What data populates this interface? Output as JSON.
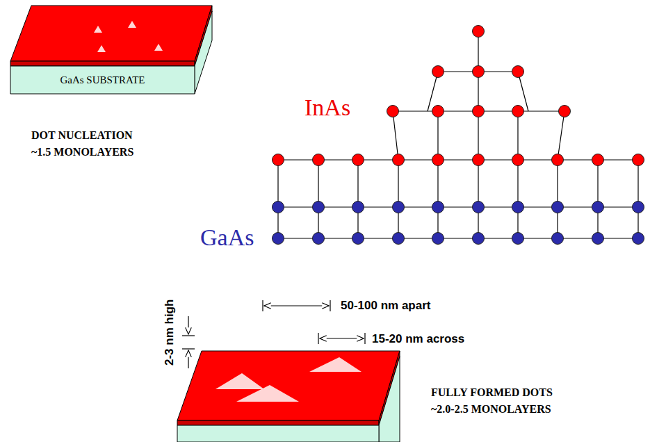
{
  "diagram": {
    "nodes": [
      {
        "text": [
          "GaAs SUBSTRATE"
        ]
      }
    ],
    "labels": [
      "DOT NUCLEATION",
      "~1.5 MONOLAYERS",
      "InAs",
      "GaAs",
      "50-100 nm apart",
      "15-20 nm across",
      "2-3 nm high",
      "FULLY FORMED DOTS",
      "~2.0-2.5 MONOLAYERS"
    ]
  }
}
